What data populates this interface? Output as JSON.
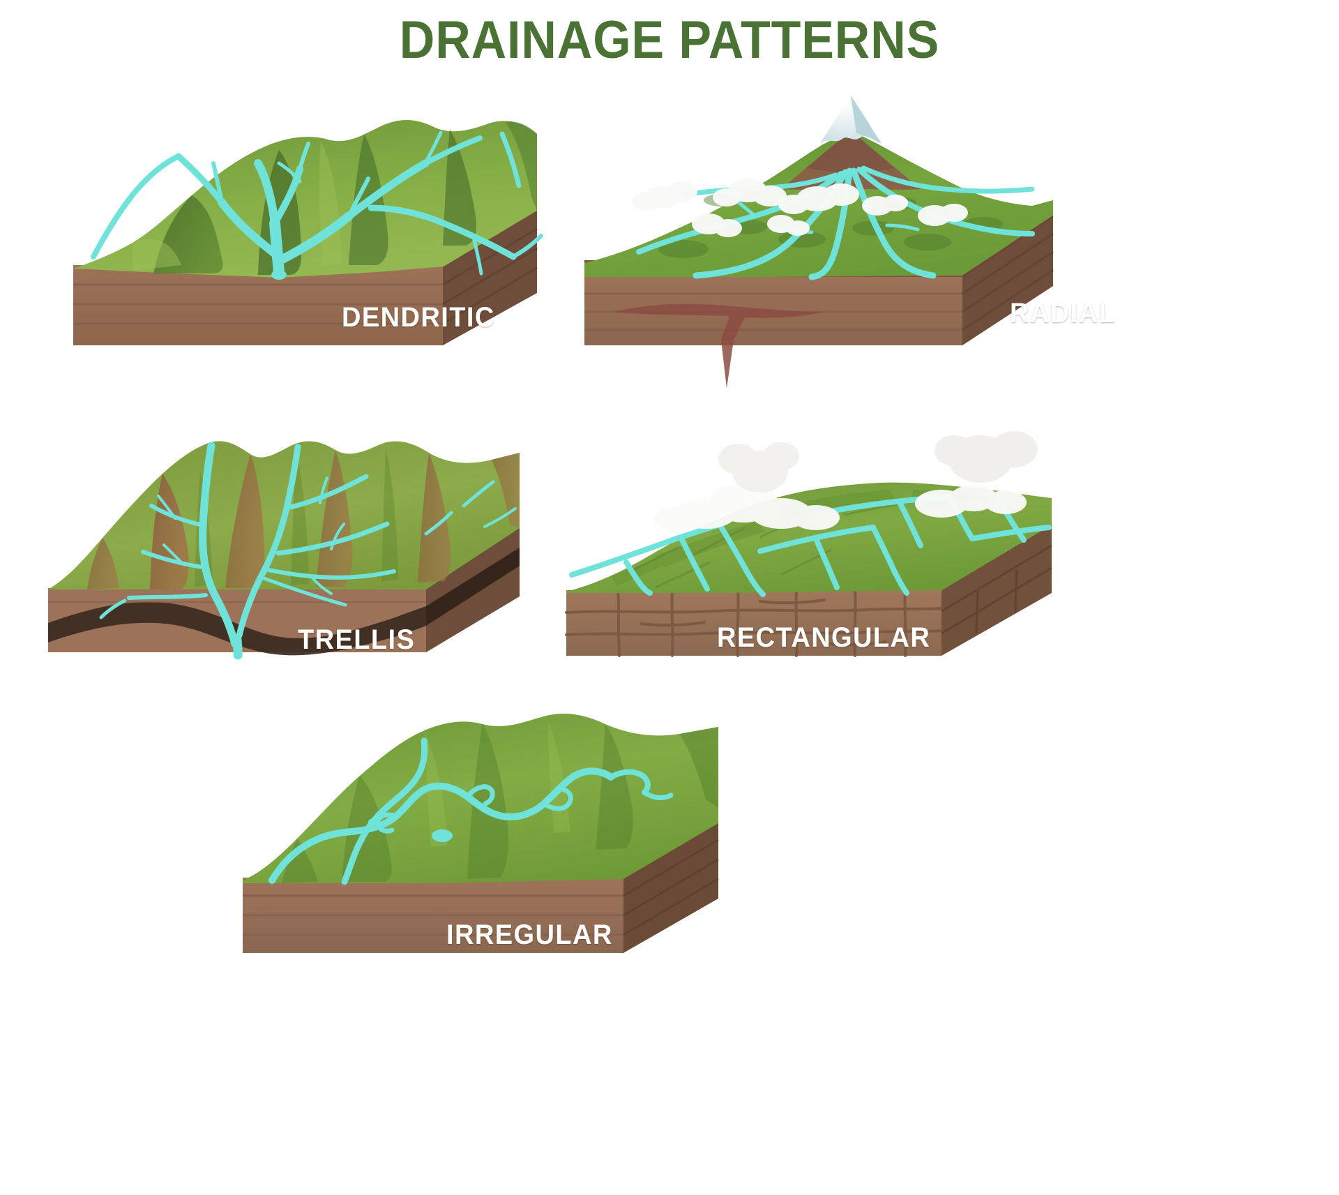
{
  "title": "DRAINAGE PATTERNS",
  "colors": {
    "title_green": "#4a7234",
    "stream_cyan": "#6fe3d9",
    "grass_light": "#8cb04a",
    "grass_mid": "#7aa33f",
    "grass_dark": "#4f7730",
    "grass_deep": "#3d6227",
    "soil_brown": "#9a7156",
    "soil_brown_dark": "#7d5a42",
    "soil_line": "#8d6448",
    "rock_red": "#8c4b42",
    "rock_dark": "#3b2a20",
    "snow_white": "#ffffff",
    "snow_blue": "#b9d3da",
    "cloud_white": "#f7f7f5",
    "volcano_rock": "#8b5c4a",
    "label_white": "#ffffff"
  },
  "blocks": [
    {
      "id": "dendritic",
      "label": "DENDRITIC",
      "description": "Tree-like branching stream network converging into one main channel on a green hillslope block with layered brown soil base."
    },
    {
      "id": "radial",
      "label": "RADIAL",
      "description": "Snow-capped volcanic cone with streams flowing outward in all directions, clouds on the flanks, red rock layer over brown strata with a magma dike."
    },
    {
      "id": "trellis",
      "label": "TRELLIS",
      "description": "Parallel ridges and valleys where short tributaries join main streams at right angles; folded dark strata visible in the block base."
    },
    {
      "id": "rectangular",
      "label": "RECTANGULAR",
      "description": "Streams following joint and fault sets so channels bend at sharp right angles across a jointed rock plateau with fog."
    },
    {
      "id": "irregular",
      "label": "IRREGULAR",
      "description": "Meandering, disordered stream with no clear geometric order across gentle green terrain on a layered brown block."
    }
  ],
  "chart_data": {
    "type": "diagram",
    "title": "DRAINAGE PATTERNS",
    "categories": [
      "DENDRITIC",
      "RADIAL",
      "TRELLIS",
      "RECTANGULAR",
      "IRREGULAR"
    ],
    "layout": "2 columns x 2 rows plus one centered bottom block",
    "legend": "none"
  }
}
